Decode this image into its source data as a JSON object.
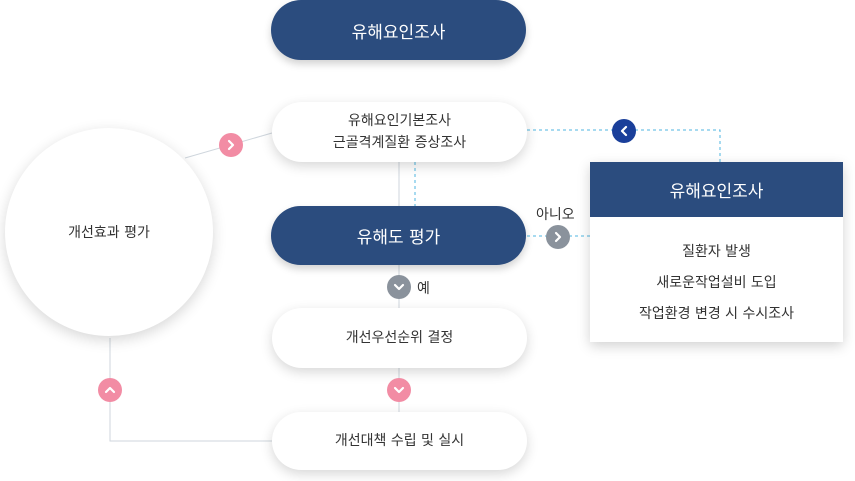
{
  "top": {
    "title": "유해요인조사"
  },
  "basic_survey": {
    "line1": "유해요인기본조사",
    "line2": "근골격계질환 증상조사"
  },
  "evaluation": {
    "label": "유해도 평가"
  },
  "priority": {
    "label": "개선우선순위 결정"
  },
  "action": {
    "label": "개선대책 수립 및 실시"
  },
  "effect": {
    "label": "개선효과 평가"
  },
  "branch": {
    "yes": "예",
    "no": "아니오"
  },
  "side_panel": {
    "title": "유해요인조사",
    "items": [
      "질환자 발생",
      "새로운작업설비 도입",
      "작업환경 변경 시 수시조사"
    ]
  },
  "colors": {
    "navy": "#2b4c7e",
    "pink": "#f28ca4",
    "gray": "#8a929c",
    "blue_dark": "#1a3f9a",
    "dash": "#4fb6e0"
  }
}
